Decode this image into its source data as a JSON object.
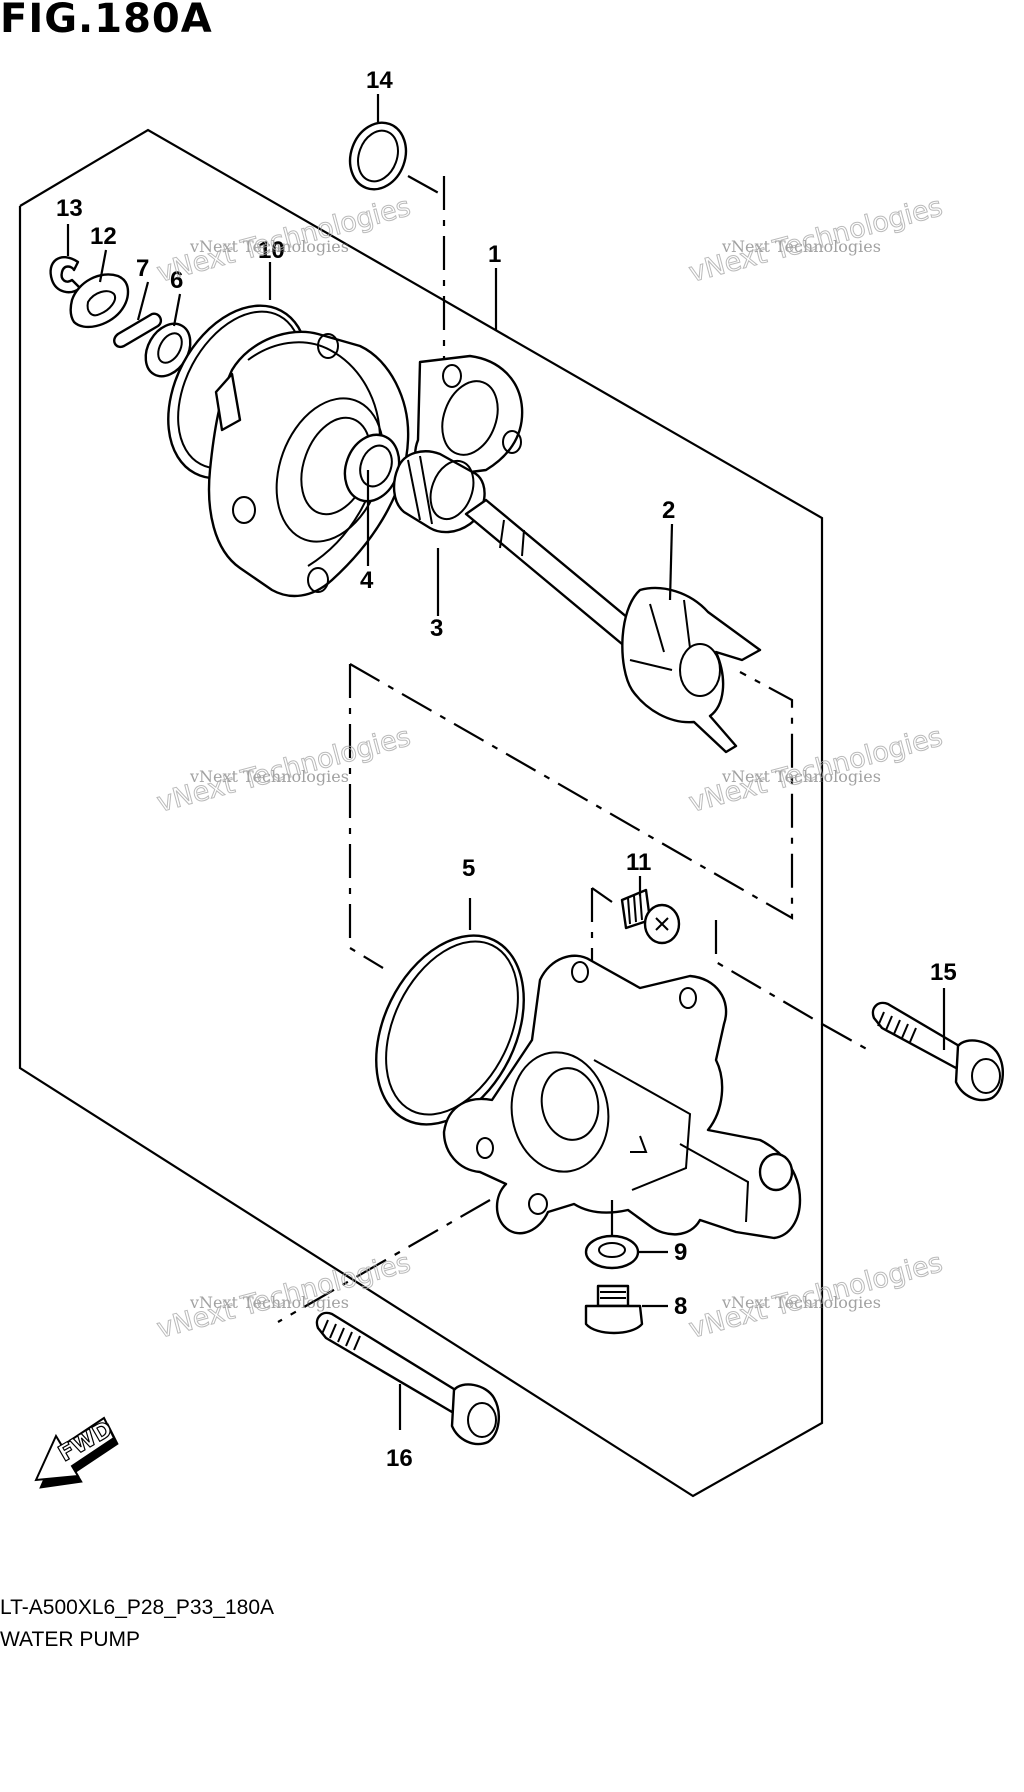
{
  "header": {
    "figure_title": "FIG.180A"
  },
  "footer": {
    "model_code": "LT-A500XL6_P28_P33_180A",
    "diagram_name": "WATER PUMP"
  },
  "callouts": [
    {
      "id": "1",
      "label": "1"
    },
    {
      "id": "2",
      "label": "2"
    },
    {
      "id": "3",
      "label": "3"
    },
    {
      "id": "4",
      "label": "4"
    },
    {
      "id": "5",
      "label": "5"
    },
    {
      "id": "6",
      "label": "6"
    },
    {
      "id": "7",
      "label": "7"
    },
    {
      "id": "8",
      "label": "8"
    },
    {
      "id": "9",
      "label": "9"
    },
    {
      "id": "10",
      "label": "10"
    },
    {
      "id": "11",
      "label": "11"
    },
    {
      "id": "12",
      "label": "12"
    },
    {
      "id": "13",
      "label": "13"
    },
    {
      "id": "14",
      "label": "14"
    },
    {
      "id": "15",
      "label": "15"
    },
    {
      "id": "16",
      "label": "16"
    }
  ],
  "watermark": {
    "line1": "vNext Technologies",
    "line2": "vNext Technologies"
  },
  "direction_badge": {
    "label": "FWD"
  },
  "colors": {
    "ink": "#000000",
    "background": "#ffffff",
    "watermark": "#aaaaaa"
  }
}
